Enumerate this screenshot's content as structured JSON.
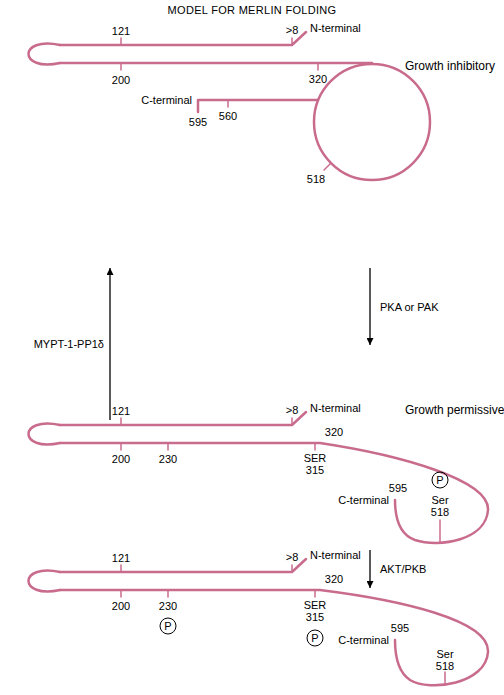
{
  "diagram": {
    "title": "MODEL FOR MERLIN FOLDING",
    "nodes": [
      {
        "text": [
          "Growth inhibitory",
          "121",
          ">8",
          "N-terminal",
          "200",
          "320",
          "C-terminal",
          "595",
          "560",
          "518"
        ]
      },
      {
        "text": [
          "Growth permissive",
          "121",
          ">8",
          "N-terminal",
          "200",
          "230",
          "SER 315",
          "320",
          "595",
          "C-terminal",
          "P",
          "Ser 518"
        ]
      },
      {
        "text": [
          "121",
          ">8",
          "N-terminal",
          "200",
          "230",
          "P",
          "SER 315",
          "P",
          "320",
          "595",
          "C-terminal",
          "Ser 518"
        ]
      }
    ],
    "edges": [
      {
        "from": 0,
        "to": 1,
        "arrow": "to",
        "label": "PKA or PAK"
      },
      {
        "from": 1,
        "to": 2,
        "arrow": "to",
        "label": "AKT/PKB"
      },
      {
        "from": 1,
        "to": 0,
        "arrow": "to",
        "label": "MYPT-1-PP1δ"
      }
    ]
  }
}
